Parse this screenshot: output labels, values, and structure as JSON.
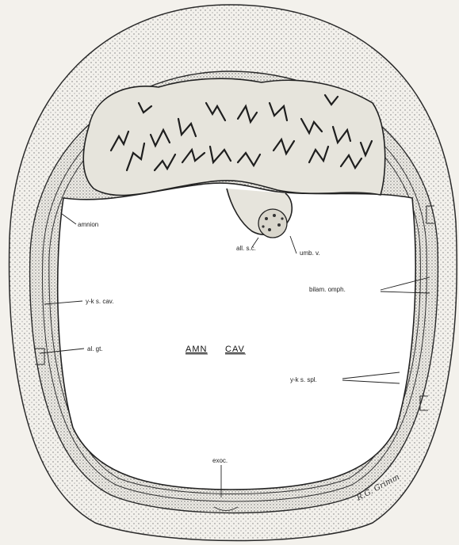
{
  "diagram": {
    "labels": {
      "amnion": "amnion",
      "all_sac": "all. s.c.",
      "umb_v": "umb. v.",
      "bilam_omph": "bilam. omph.",
      "yk_s_cav": "y-k s. cav.",
      "all_gt": "al. gt.",
      "amn": "AMN",
      "cav": "CAV",
      "yk_s_spl": "y-k s. spl.",
      "exoc": "exoc.",
      "signature": "R.G. Grimm"
    },
    "colors": {
      "background": "#f3f1ec",
      "line": "#2a2a2a",
      "stipple": "#6b6b6b",
      "placenta_fill": "#e6e4dc"
    }
  }
}
